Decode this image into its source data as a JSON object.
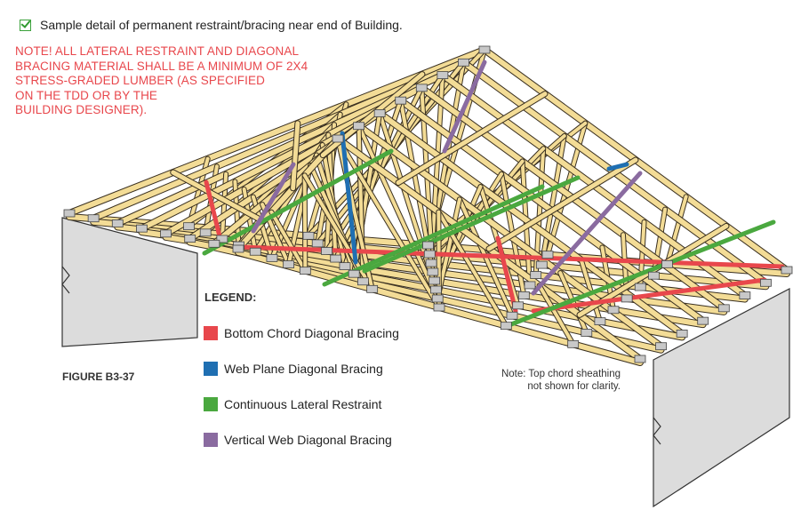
{
  "caption": "Sample detail of permanent restraint/bracing near end of Building.",
  "note_lines": [
    "NOTE! ALL LATERAL RESTRAINT AND DIAGONAL",
    "BRACING MATERIAL SHALL BE A MINIMUM OF 2X4",
    "STRESS-GRADED LUMBER (AS SPECIFIED",
    "ON THE TDD OR BY THE",
    "BUILDING DESIGNER)."
  ],
  "legend": {
    "title": "LEGEND:",
    "items": [
      {
        "label": "Bottom Chord Diagonal Bracing",
        "color": "#e8474c"
      },
      {
        "label": "Web Plane Diagonal Bracing",
        "color": "#1f6fb2"
      },
      {
        "label": "Continuous Lateral Restraint",
        "color": "#4aa83f"
      },
      {
        "label": "Vertical Web Diagonal Bracing",
        "color": "#8a6ba0"
      }
    ]
  },
  "figure_label": "FIGURE B3-37",
  "sheathing_note_lines": [
    "Note: Top chord sheathing",
    "not shown for clarity."
  ],
  "colors": {
    "lumber_fill": "#f3dc96",
    "lumber_stroke": "#3a3020",
    "wall_fill": "#dcdcdc",
    "plate_fill": "#c8c8c8"
  },
  "icons": {
    "caption": "checkbox-checked-icon"
  }
}
